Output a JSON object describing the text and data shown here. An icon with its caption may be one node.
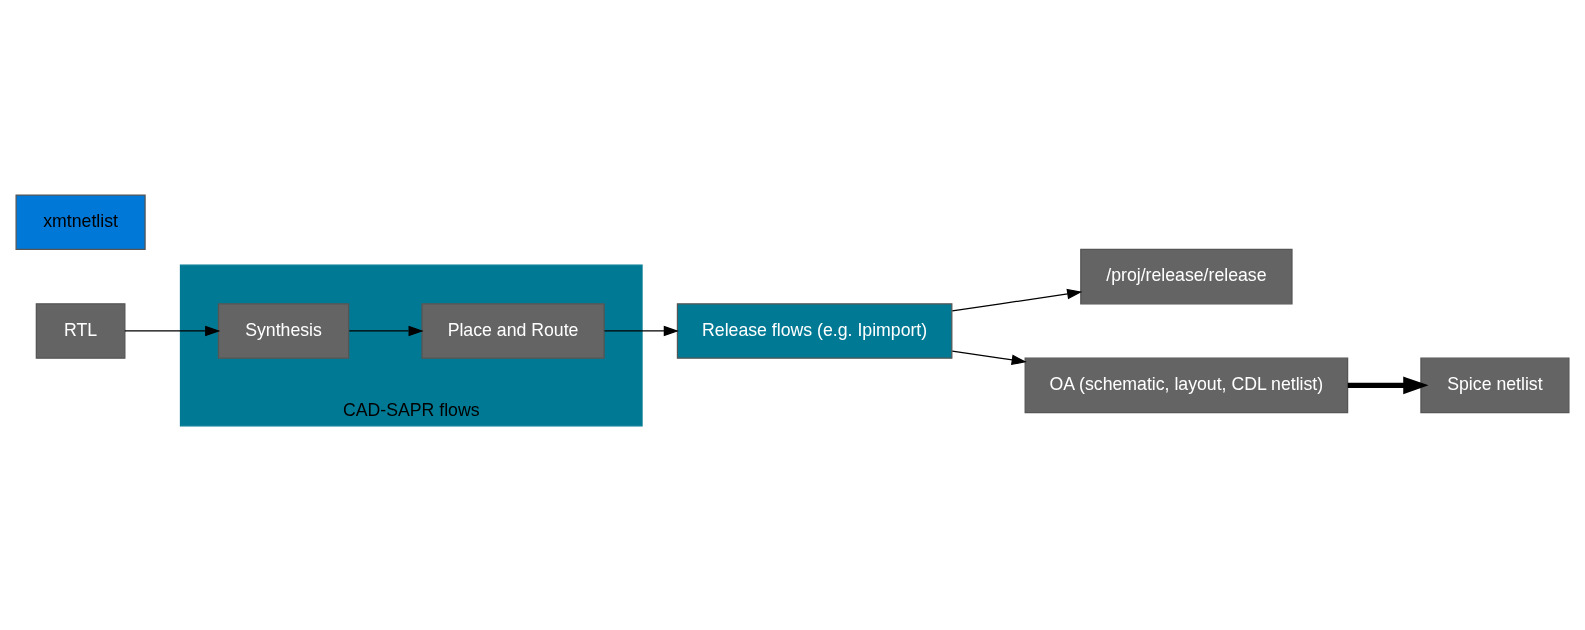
{
  "diagram": {
    "nodes": [
      {
        "text": [
          "RTL"
        ]
      },
      {
        "text": [
          "CAD-SAPR flows"
        ]
      },
      {
        "text": [
          "Synthesis"
        ],
        "in": 1
      },
      {
        "text": [
          "Place and Route"
        ],
        "in": 1
      },
      {
        "text": [
          "Release flows (e.g. Ipimport)"
        ]
      },
      {
        "text": [
          "/proj/release/release"
        ]
      },
      {
        "text": [
          "OA (schematic, layout, CDL netlist)"
        ]
      },
      {
        "text": [
          "xmtnetlist"
        ]
      },
      {
        "text": [
          "Spice netlist"
        ]
      }
    ],
    "edges": [
      {
        "from": 0,
        "to": 2,
        "arrow": "to"
      },
      {
        "from": 2,
        "to": 3,
        "arrow": "to"
      },
      {
        "from": 3,
        "to": 4,
        "arrow": "to"
      },
      {
        "from": 4,
        "to": 5,
        "arrow": "to"
      },
      {
        "from": 4,
        "to": 6,
        "arrow": "to"
      },
      {
        "from": 6,
        "to": 8,
        "arrow": "to",
        "style": "thick"
      }
    ]
  }
}
